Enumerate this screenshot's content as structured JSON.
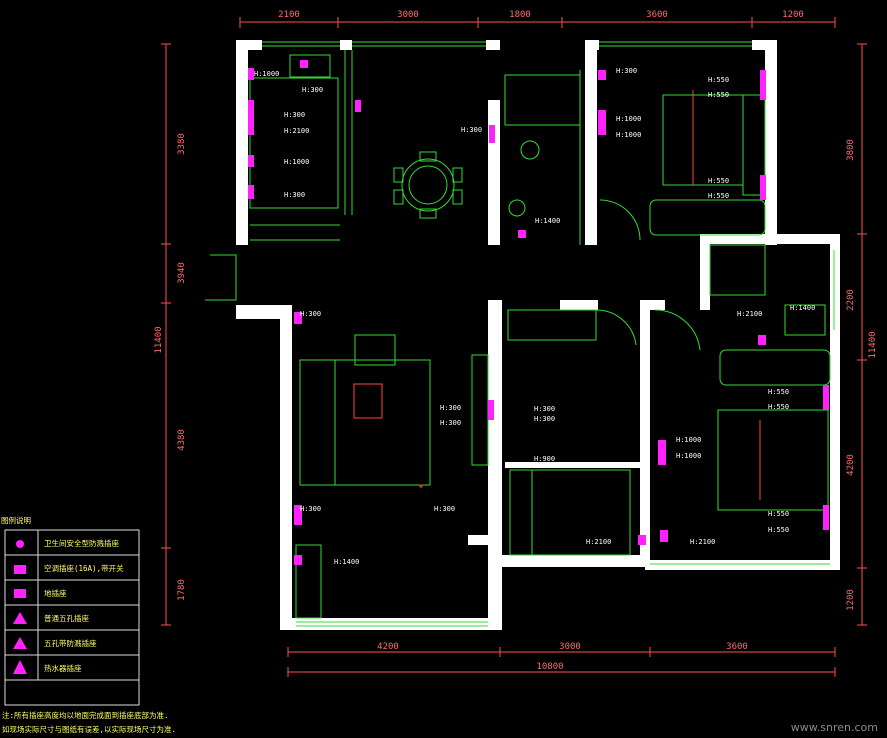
{
  "dimensions": {
    "top": [
      "2100",
      "3000",
      "1800",
      "3600",
      "1200"
    ],
    "left_inner": [
      "3380",
      "3940",
      "4380",
      "1780"
    ],
    "left_total": "11400",
    "right_inner": [
      "3800",
      "2200",
      "4200",
      "1200"
    ],
    "right_total": "11400",
    "bottom": [
      "4200",
      "3000",
      "3600"
    ],
    "bottom_total": "10800"
  },
  "heights": [
    "H:1000",
    "H:300",
    "H:300",
    "H:2100",
    "H:1000",
    "H:300",
    "H:300",
    "H:300",
    "H:1000",
    "H:1000",
    "H:550",
    "H:550",
    "H:550",
    "H:550",
    "H:1400",
    "H:300",
    "H:1400",
    "H:2100",
    "H:550",
    "H:550",
    "H:300",
    "H:300",
    "H:300",
    "H:300",
    "H:900",
    "H:1000",
    "H:1000",
    "H:300",
    "H:300",
    "H:550",
    "H:550",
    "H:2100",
    "H:2100",
    "H:1400"
  ],
  "legend": {
    "title": "图例说明",
    "items": [
      "卫生间安全型防溅插座",
      "空调插座(16A),带开关",
      "地插座",
      "普通五孔插座",
      "五孔带防溅插座",
      "热水器插座"
    ]
  },
  "notes": [
    "注:所有插座高度均以地面完成面到插座底部为准.",
    "如现场实际尺寸与图纸有误差,以实际现场尺寸为准."
  ],
  "watermark": "www.snren.com",
  "colors": {
    "background": "#000000",
    "wall": "#ffffff",
    "line": "#33dd33",
    "outlet": "#ff22ff",
    "dimension": "#ff5050",
    "legend_text": "#ffff66"
  }
}
